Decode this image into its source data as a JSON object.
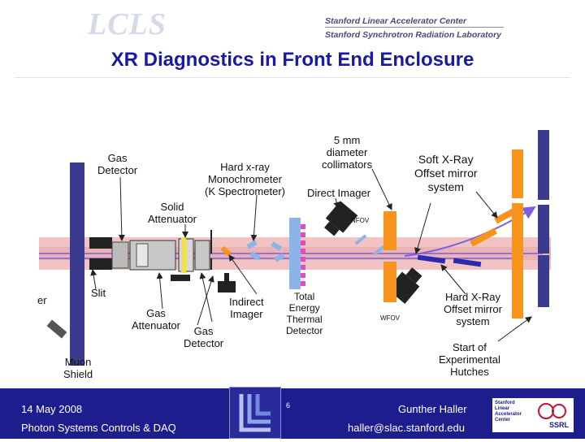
{
  "header": {
    "logo_text": "LCLS",
    "org_line1": "Stanford Linear Accelerator Center",
    "org_line2": "Stanford Synchrotron Radiation Laboratory"
  },
  "title": "XR Diagnostics in Front End Enclosure",
  "diagram": {
    "labels": {
      "gas_detector_1": [
        "Gas",
        "Detector"
      ],
      "hard_xray_mono": [
        "Hard x-ray",
        "Monochrometer",
        "(K Spectrometer)"
      ],
      "collimators": [
        "5 mm",
        "diameter",
        "collimators"
      ],
      "soft_xray_mirror": [
        "Soft X-Ray",
        "Offset mirror",
        "system"
      ],
      "solid_attenuator": [
        "Solid",
        "Attenuator"
      ],
      "direct_imager": "Direct Imager",
      "nfov": "NFOV",
      "wfov": "WFOV",
      "er": "er",
      "slit": "Slit",
      "gas_attenuator": [
        "Gas",
        "Attenuator"
      ],
      "indirect_imager": [
        "Indirect",
        "Imager"
      ],
      "total_energy": [
        "Total",
        "Energy",
        "Thermal",
        "Detector"
      ],
      "hard_xray_mirror": [
        "Hard X-Ray",
        "Offset mirror",
        "system"
      ],
      "gas_detector_2": [
        "Gas",
        "Detector"
      ],
      "muon_shield": [
        "Muon",
        "Shield"
      ],
      "start_hutches": [
        "Start of",
        "Experimental",
        "Hutches"
      ]
    },
    "colors": {
      "beam": "#f2c3c3",
      "beam_core": "#e8a4a4",
      "beam_line": "#7b5fe0",
      "shield": "#3a3a8f",
      "orange": "#f7941d",
      "blue_element": "#8cb4e8",
      "magenta": "#e04cc4",
      "mirror": "#2a2ab0",
      "dark": "#222222"
    },
    "icons": [
      "arrow-icon",
      "camera-icon"
    ]
  },
  "footer": {
    "date": "14 May 2008",
    "project": "Photon Systems Controls & DAQ",
    "slide_number": "6",
    "author": "Gunther Haller",
    "email": "haller@slac.stanford.edu",
    "ssrl_badge_text": "Stanford Linear Accelerator Center",
    "ssrl_badge_tag": "SSRL"
  }
}
